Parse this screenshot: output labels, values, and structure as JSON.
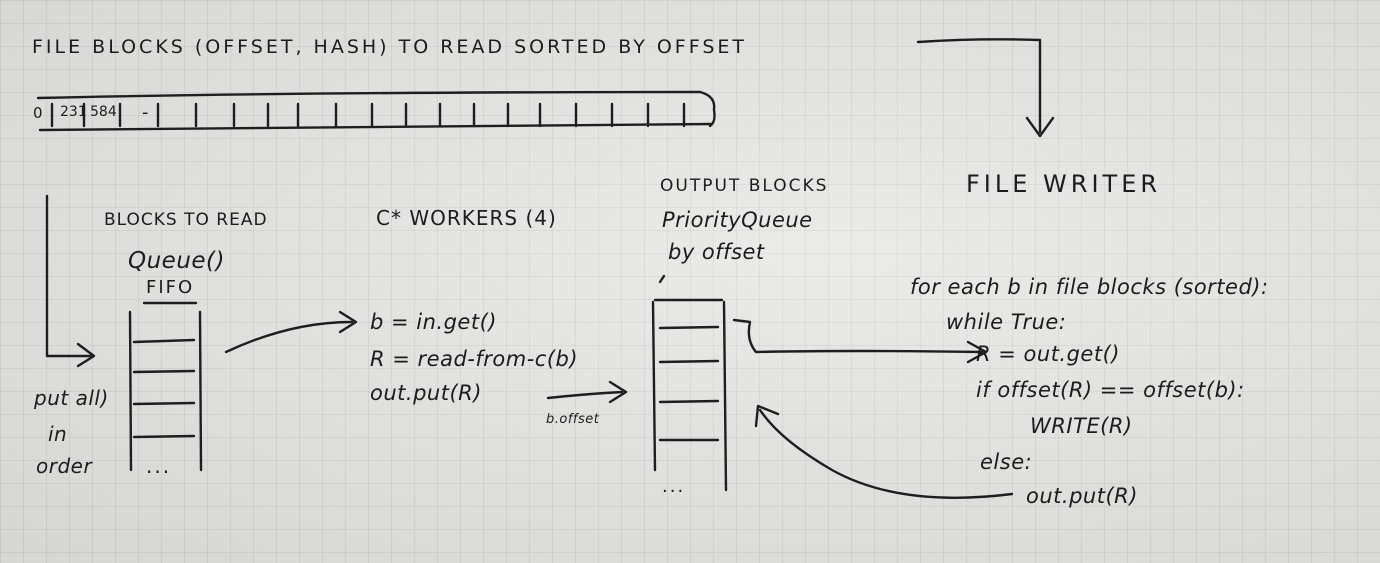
{
  "header_text": "FILE BLOCKS (OFFSET, HASH)  TO  READ  SORTED  BY  OFFSET",
  "array_cells": [
    "0",
    "231",
    "584",
    "-"
  ],
  "blocks_to_read": {
    "title": "BLOCKS TO READ",
    "type": "Queue()",
    "kind": "FIFO",
    "ellipsis": "...",
    "side_note": [
      "put all)",
      "in",
      "order"
    ]
  },
  "workers": {
    "title": "C* WORKERS (4)",
    "code": [
      "b = in.get()",
      "R = read-from-c(b)",
      "out.put(R)"
    ],
    "arrow_label": "b.offset"
  },
  "output_blocks": {
    "title": "OUTPUT BLOCKS",
    "type": "PriorityQueue",
    "order": "by offset",
    "ellipsis": "..."
  },
  "file_writer": {
    "title": "FILE WRITER",
    "code": [
      "for each b in file blocks (sorted):",
      "while True:",
      "R = out.get()",
      "if offset(R) == offset(b):",
      "WRITE(R)",
      "else:",
      "out.put(R)"
    ]
  }
}
